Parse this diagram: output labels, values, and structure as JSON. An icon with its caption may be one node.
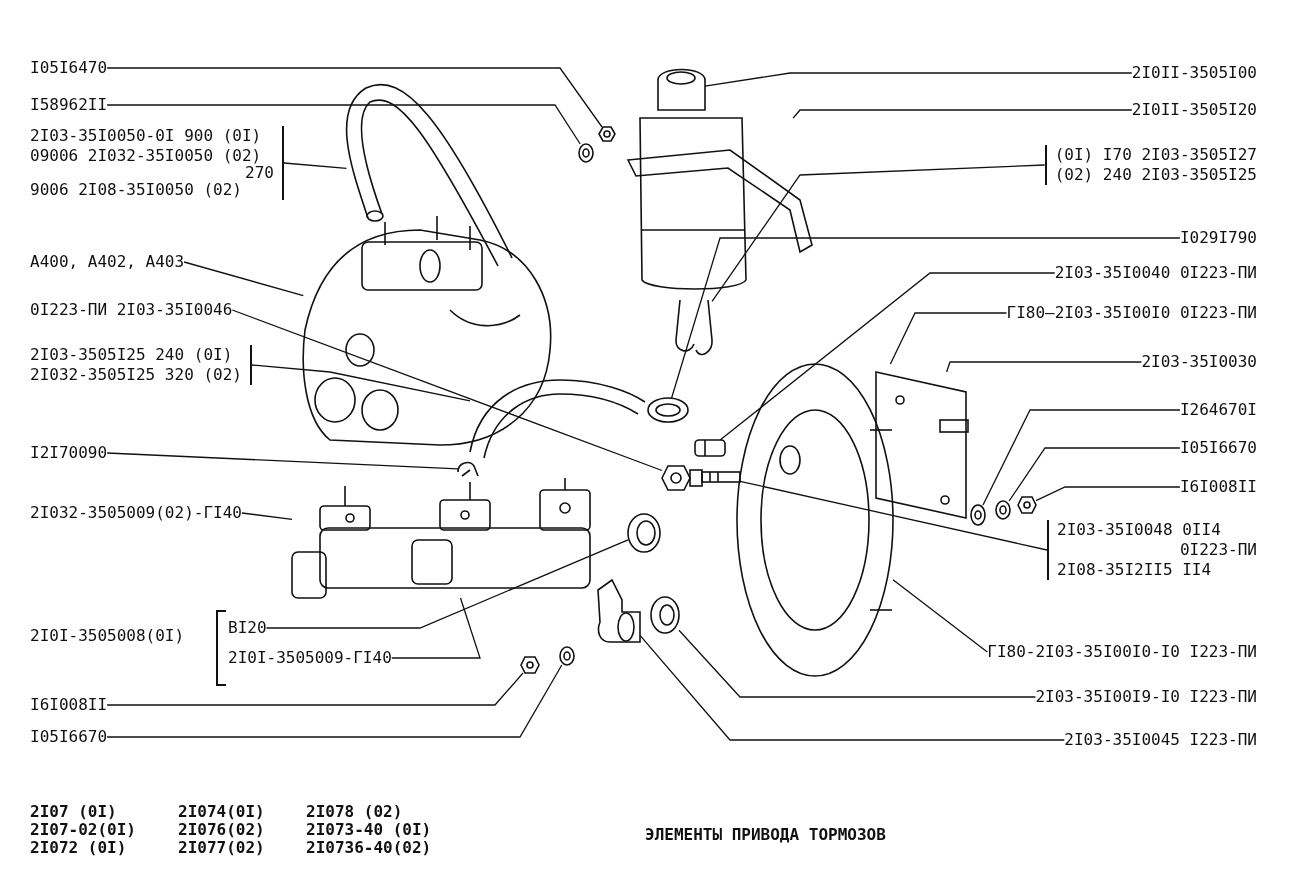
{
  "diagram": {
    "caption": "ЭЛЕМЕНТЫ ПРИВОДА ТОРМОЗОВ",
    "nodes": [
      {
        "text": [
          "I05I6470"
        ]
      },
      {
        "text": [
          "I58962II"
        ]
      },
      {
        "text": [
          "2I03-35I0050-0I 900 (0I)",
          "09006 2I032-35I0050 (02)",
          "270",
          "9006 2I08-35I0050 (02)"
        ]
      },
      {
        "text": [
          "A400, A402, A403"
        ]
      },
      {
        "text": [
          "0I223-ПИ 2I03-35I0046"
        ]
      },
      {
        "text": [
          "2I03-3505I25 240 (0I)",
          "2I032-3505I25 320 (02)"
        ]
      },
      {
        "text": [
          "I2I70090"
        ]
      },
      {
        "text": [
          "2I032-3505009(02)-ГI40"
        ]
      },
      {
        "text": [
          "BI20"
        ]
      },
      {
        "text": [
          "2I0I-3505009-ГI40"
        ]
      },
      {
        "text": [
          "I6I008II"
        ]
      },
      {
        "text": [
          "I05I6670"
        ]
      },
      {
        "text": [
          "2I0II-3505I00"
        ]
      },
      {
        "text": [
          "2I0II-3505I20"
        ]
      },
      {
        "text": [
          "(0I) I70 2I03-3505I27",
          "(02) 240 2I03-3505I25"
        ]
      },
      {
        "text": [
          "I029I790"
        ]
      },
      {
        "text": [
          "2I03-35I0040 0I223-ПИ"
        ]
      },
      {
        "text": [
          "ГI80—2I03-35I00I0 0I223-ПИ"
        ]
      },
      {
        "text": [
          "2I03-35I0030"
        ]
      },
      {
        "text": [
          "I264670I"
        ]
      },
      {
        "text": [
          "I05I6670"
        ]
      },
      {
        "text": [
          "I6I008II"
        ]
      },
      {
        "text": [
          "2I03-35I0048 0II4",
          "0I223-ПИ",
          "2I08-35I2II5 II4"
        ]
      },
      {
        "text": [
          "ГI80-2I03-35I00I0-I0 I223-ПИ"
        ]
      },
      {
        "text": [
          "2I03-35I00I9-I0 I223-ПИ"
        ]
      },
      {
        "text": [
          "2I03-35I0045 I223-ПИ"
        ]
      },
      {
        "text": [],
        "shape": "picture"
      },
      {
        "text": [],
        "shape": "picture"
      },
      {
        "text": [],
        "shape": "picture"
      },
      {
        "text": [],
        "shape": "picture"
      },
      {
        "text": [],
        "shape": "picture"
      },
      {
        "text": [],
        "shape": "picture"
      },
      {
        "text": [],
        "shape": "picture"
      },
      {
        "text": [],
        "shape": "picture"
      },
      {
        "text": [],
        "shape": "picture"
      },
      {
        "text": [],
        "shape": "picture"
      },
      {
        "text": [],
        "shape": "picture"
      },
      {
        "text": [],
        "shape": "picture"
      },
      {
        "text": [],
        "shape": "picture"
      },
      {
        "text": [],
        "shape": "picture"
      },
      {
        "text": [],
        "shape": "picture"
      },
      {
        "text": [],
        "shape": "picture"
      },
      {
        "text": [],
        "shape": "picture"
      },
      {
        "text": [],
        "shape": "picture"
      },
      {
        "text": [],
        "shape": "picture"
      },
      {
        "text": [],
        "shape": "picture"
      },
      {
        "text": [],
        "shape": "picture"
      },
      {
        "text": [],
        "shape": "picture"
      },
      {
        "text": [],
        "shape": "picture"
      },
      {
        "text": [],
        "shape": "picture"
      }
    ],
    "edges": [
      {
        "from": 0,
        "to": 26,
        "arrow": "none"
      },
      {
        "from": 1,
        "to": 27,
        "arrow": "none"
      },
      {
        "from": 2,
        "to": 28,
        "arrow": "none"
      },
      {
        "from": 3,
        "to": 29,
        "arrow": "none"
      },
      {
        "from": 4,
        "to": 30,
        "arrow": "none"
      },
      {
        "from": 5,
        "to": 31,
        "arrow": "none"
      },
      {
        "from": 6,
        "to": 32,
        "arrow": "none"
      },
      {
        "from": 7,
        "to": 33,
        "arrow": "none"
      },
      {
        "from": 8,
        "to": 34,
        "arrow": "none"
      },
      {
        "from": 9,
        "to": 33,
        "arrow": "none"
      },
      {
        "from": 10,
        "to": 35,
        "arrow": "none"
      },
      {
        "from": 11,
        "to": 36,
        "arrow": "none"
      },
      {
        "from": 12,
        "to": 37,
        "arrow": "none"
      },
      {
        "from": 13,
        "to": 38,
        "arrow": "none"
      },
      {
        "from": 14,
        "to": 39,
        "arrow": "none"
      },
      {
        "from": 15,
        "to": 40,
        "arrow": "none"
      },
      {
        "from": 16,
        "to": 41,
        "arrow": "none"
      },
      {
        "from": 17,
        "to": 42,
        "arrow": "none"
      },
      {
        "from": 18,
        "to": 43,
        "arrow": "none"
      },
      {
        "from": 19,
        "to": 44,
        "arrow": "none"
      },
      {
        "from": 20,
        "to": 45,
        "arrow": "none"
      },
      {
        "from": 21,
        "to": 46,
        "arrow": "none"
      },
      {
        "from": 22,
        "to": 47,
        "arrow": "none"
      },
      {
        "from": 23,
        "to": 42,
        "arrow": "none"
      },
      {
        "from": 24,
        "to": 48,
        "arrow": "none"
      },
      {
        "from": 25,
        "to": 49,
        "arrow": "none"
      }
    ],
    "labels": [
      "2I0I-3505008(0I)",
      "2I07 (0I)",
      "2I074(0I)",
      "2I078 (02)",
      "2I07-02(0I)",
      "2I076(02)",
      "2I073-40 (0I)",
      "2I072 (0I)",
      "2I077(02)",
      "2I0736-40(02)"
    ]
  }
}
